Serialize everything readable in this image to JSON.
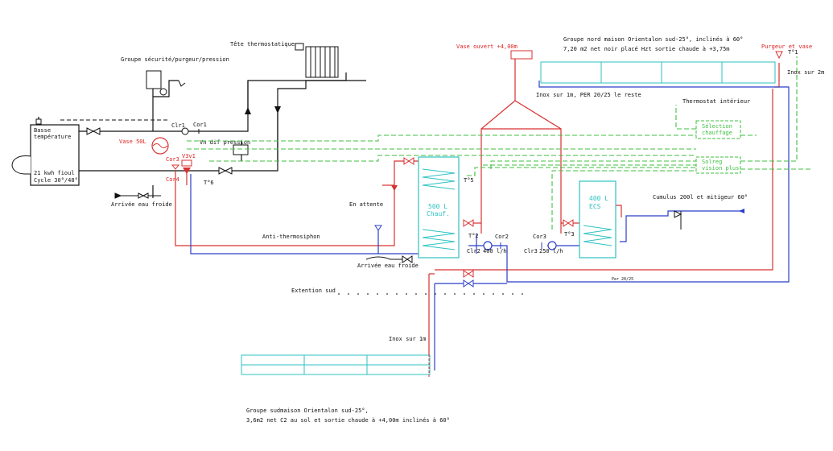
{
  "labels": {
    "tete_thermo": "Tête thermostatique",
    "groupe_securite": "Groupe sécurité/purgeur/pression",
    "chaudiere_l1": "Basse",
    "chaudiere_l2": "température",
    "chaudiere_l3": "21 kwh fioul",
    "chaudiere_l4": "Cycle 30°/48°",
    "vase50": "Vase 50L",
    "clr1": "Clr1",
    "cor1": "Cor1",
    "vn": "Vn dif pression",
    "v3v1": "V3v1",
    "cor3": "Cor3",
    "cor4": "Cor4",
    "t6": "T°6",
    "arrivee1": "Arrivée eau froide",
    "en_attente": "En attente",
    "anti": "Anti-thermosiphon",
    "arrivee2": "Arrivée eau froide",
    "ballon500_l1": "500 L",
    "ballon500_l2": "Chauf.",
    "t5": "T°5",
    "t2": "T°2",
    "cor2": "Cor2",
    "clr2": "Clr2",
    "flow1": "400 l/h",
    "cor3b": "Cor3",
    "clr3": "Clr3",
    "flow2": "250 l/h",
    "t3": "T°3",
    "ballon400_l1": "400 L",
    "ballon400_l2": "ECS",
    "cumulus": "Cumulus 200l et mitigeur 60°",
    "vase_ouvert": "Vase ouvert +4,00m",
    "nord_l1": "Groupe nord maison Orientalon sud-25°, inclinés à 60°",
    "nord_l2": "7,20 m2 net noir placé Hzt sortie chaude à +3,75m",
    "purgeur": "Purgeur et vase",
    "t1": "T°1",
    "inox2m": "Inox sur 2m",
    "inox_per": "Inox sur 1m, PER 20/25 le reste",
    "thermostat": "Thermostat intérieur",
    "selection_l1": "Sélection",
    "selection_l2": "chauffage",
    "solreg_l1": "Solreg",
    "solreg_l2": "vision plus",
    "per2025": "Per 20/25",
    "extention": "Extention sud",
    "inox1m": "Inox sur 1m",
    "sud_l1": "Groupe sudmaison Orientalon sud-25°,",
    "sud_l2": "3,6m2 net C2 au sol et sortie chaude à +4,00m inclinés à 60°"
  },
  "colors": {
    "hot": "#d93030",
    "cold": "#2a3ec8",
    "signal": "#3fbf3f",
    "panel": "#2ec2c2",
    "line": "#111111"
  }
}
